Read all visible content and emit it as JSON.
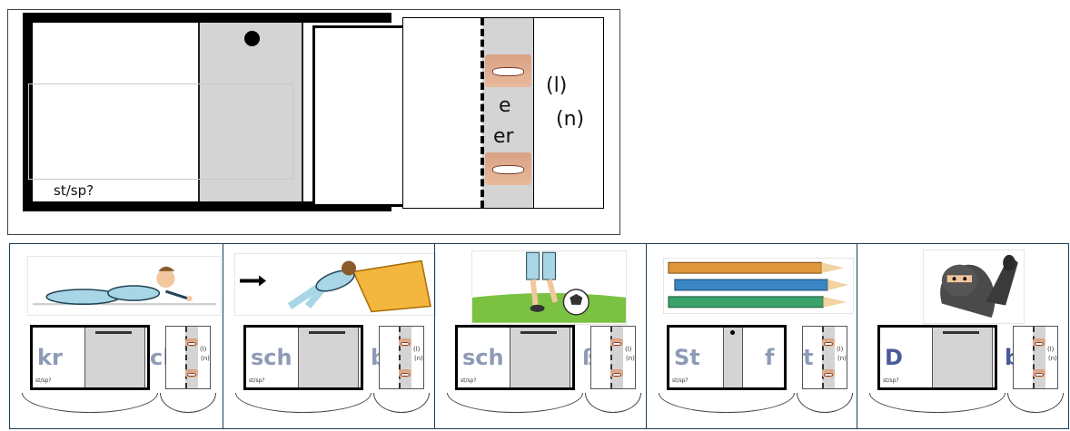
{
  "top_diagram": {
    "label_stsp": "st/sp?",
    "vowel_e": "e",
    "vowel_er": "er",
    "suffix_l": "(l)",
    "suffix_n": "(n)"
  },
  "words": [
    {
      "picture": "crawling-person",
      "onset": "kr",
      "coda": "ch",
      "dot": false,
      "onset_color": "#8e9bb6",
      "coda_color": "#8e9bb6"
    },
    {
      "picture": "pushing-person",
      "onset": "sch",
      "coda": "b",
      "dot": false,
      "onset_color": "#8e9bb6",
      "coda_color": "#8e9bb6"
    },
    {
      "picture": "kicking-ball",
      "onset": "sch",
      "coda": "ß",
      "dot": false,
      "onset_color": "#8e9bb6",
      "coda_color": "#8e9bb6"
    },
    {
      "picture": "colored-pencils",
      "onset": "St",
      "coda": "f",
      "coda2": "t",
      "dot": true,
      "onset_color": "#8e9bb6",
      "coda_color": "#8e9bb6"
    },
    {
      "picture": "burglar",
      "onset": "D",
      "coda": "b",
      "dot": false,
      "onset_color": "#4a5a9a",
      "coda_color": "#4a5a9a"
    }
  ],
  "small_label": "st/sp?",
  "small_suffix_l": "(l)",
  "small_suffix_n": "(n)"
}
